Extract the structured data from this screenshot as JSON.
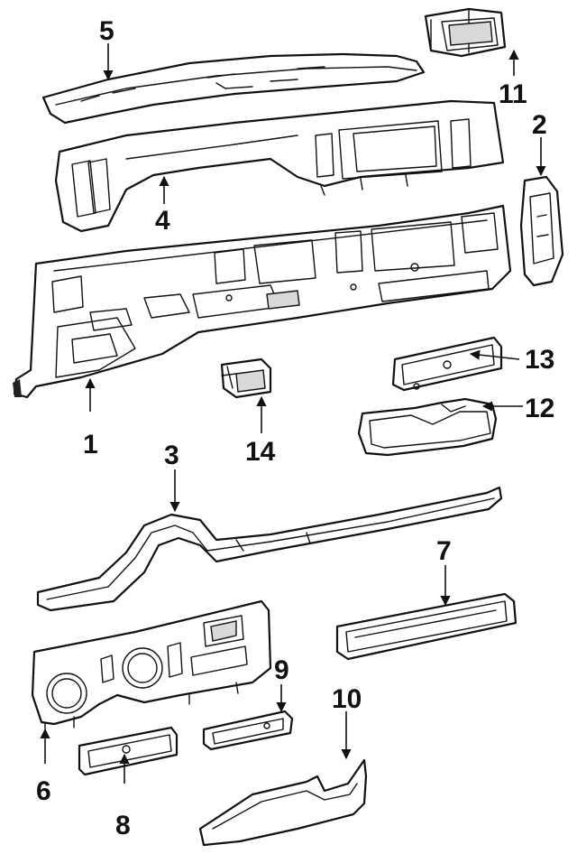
{
  "diagram": {
    "callouts": {
      "c1": "1",
      "c2": "2",
      "c3": "3",
      "c4": "4",
      "c5": "5",
      "c6": "6",
      "c7": "7",
      "c8": "8",
      "c9": "9",
      "c10": "10",
      "c11": "11",
      "c12": "12",
      "c13": "13",
      "c14": "14"
    }
  }
}
